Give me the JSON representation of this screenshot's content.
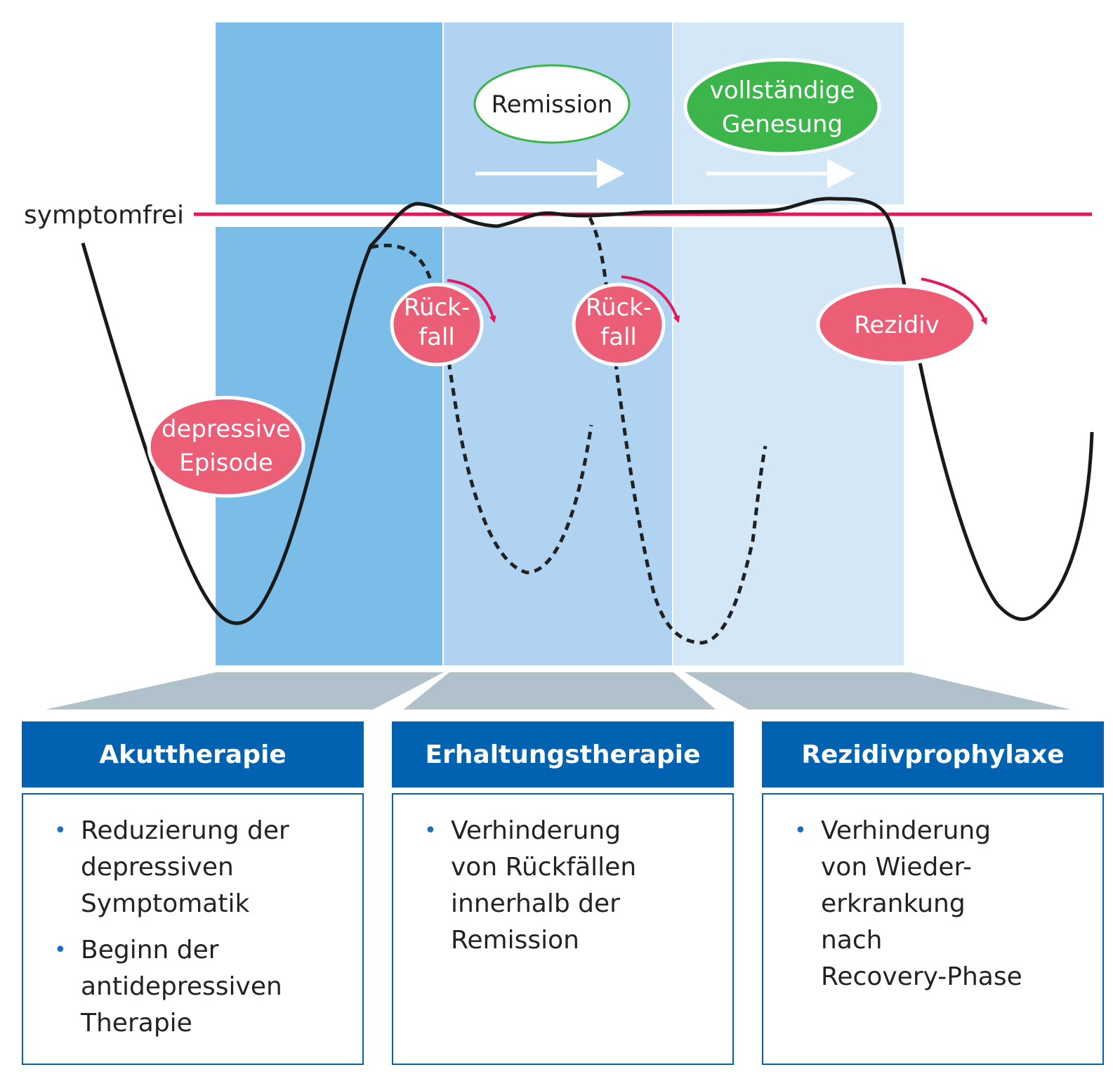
{
  "diagram": {
    "baseline_label": "symptomfrei",
    "labels": {
      "depressive_episode": "depressive\nEpisode",
      "relapse_1": "Rück-\nfall",
      "relapse_2": "Rück-\nfall",
      "recurrence": "Rezidiv",
      "remission": "Remission",
      "recovery": "vollständige\nGenesung"
    },
    "colors": {
      "phase_acute": "#7abde8",
      "phase_maintenance": "#afd3f0",
      "phase_prophylaxis": "#d4e7f7",
      "symptom_free_line": "#e2175d",
      "event_badge": "#ec5d76",
      "recovery_badge": "#3cb54b",
      "header_blue": "#0062b0",
      "connector_grey": "#b0c1cb"
    }
  },
  "phases": [
    {
      "title": "Akuttherapie",
      "bullets": [
        "Reduzierung der\ndepressiven\nSymptomatik",
        "Beginn der\nantidepressiven\nTherapie"
      ]
    },
    {
      "title": "Erhaltungstherapie",
      "bullets": [
        "Verhinderung\nvon Rückfällen\ninnerhalb der\nRemission"
      ]
    },
    {
      "title": "Rezidivprophylaxe",
      "bullets": [
        "Verhinderung\nvon Wieder-\nerkrankung\nnach\nRecovery-Phase"
      ]
    }
  ]
}
